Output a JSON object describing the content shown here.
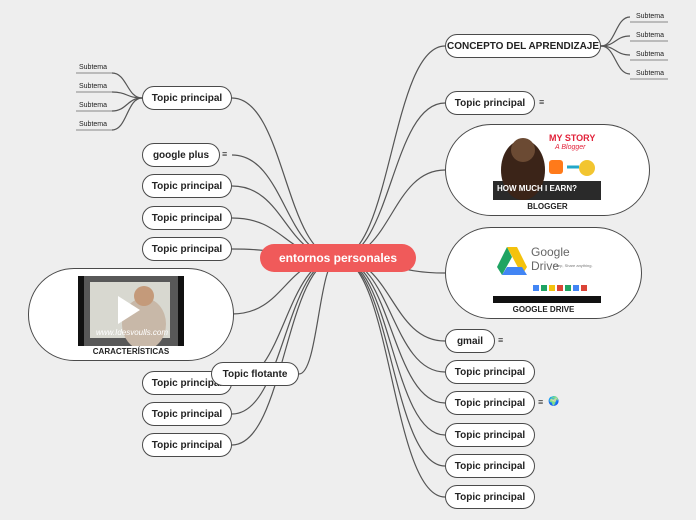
{
  "central": {
    "label": "entornos personales",
    "color": "#f05a5a"
  },
  "right_topics": [
    {
      "label": "CONCEPTO DEL APRENDIZAJE"
    },
    {
      "label": "Topic principal"
    },
    {
      "label": "gmail"
    },
    {
      "label": "Topic principal"
    },
    {
      "label": "Topic principal"
    },
    {
      "label": "Topic principal"
    },
    {
      "label": "Topic principal"
    },
    {
      "label": "Topic principal"
    }
  ],
  "right_subtopics": [
    "Subtema",
    "Subtema",
    "Subtema",
    "Subtema"
  ],
  "left_topics": [
    {
      "label": "Topic principal"
    },
    {
      "label": "google plus"
    },
    {
      "label": "Topic principal"
    },
    {
      "label": "Topic principal"
    },
    {
      "label": "Topic principal"
    },
    {
      "label": "Topic principal"
    },
    {
      "label": "Topic principal"
    },
    {
      "label": "Topic principal"
    }
  ],
  "left_subtopics": [
    "Subtema",
    "Subtema",
    "Subtema",
    "Subtema"
  ],
  "floating": {
    "label": "Topic flotante"
  },
  "cards": {
    "blogger": {
      "label": "BLOGGER",
      "thumb_title_1": "MY STORY",
      "thumb_title_2": "A Blogger",
      "thumb_caption": "HOW MUCH I EARN?"
    },
    "drive": {
      "label": "GOOGLE DRIVE",
      "thumb_title": "Google Drive",
      "thumb_tagline": "Keep, Share anything."
    },
    "caracteristicas": {
      "label": "CARACTERÍSTICAS",
      "thumb_watermark": "www.Idesvoulls.com"
    }
  },
  "icons": {
    "note": "≡",
    "globe": "🌍"
  }
}
